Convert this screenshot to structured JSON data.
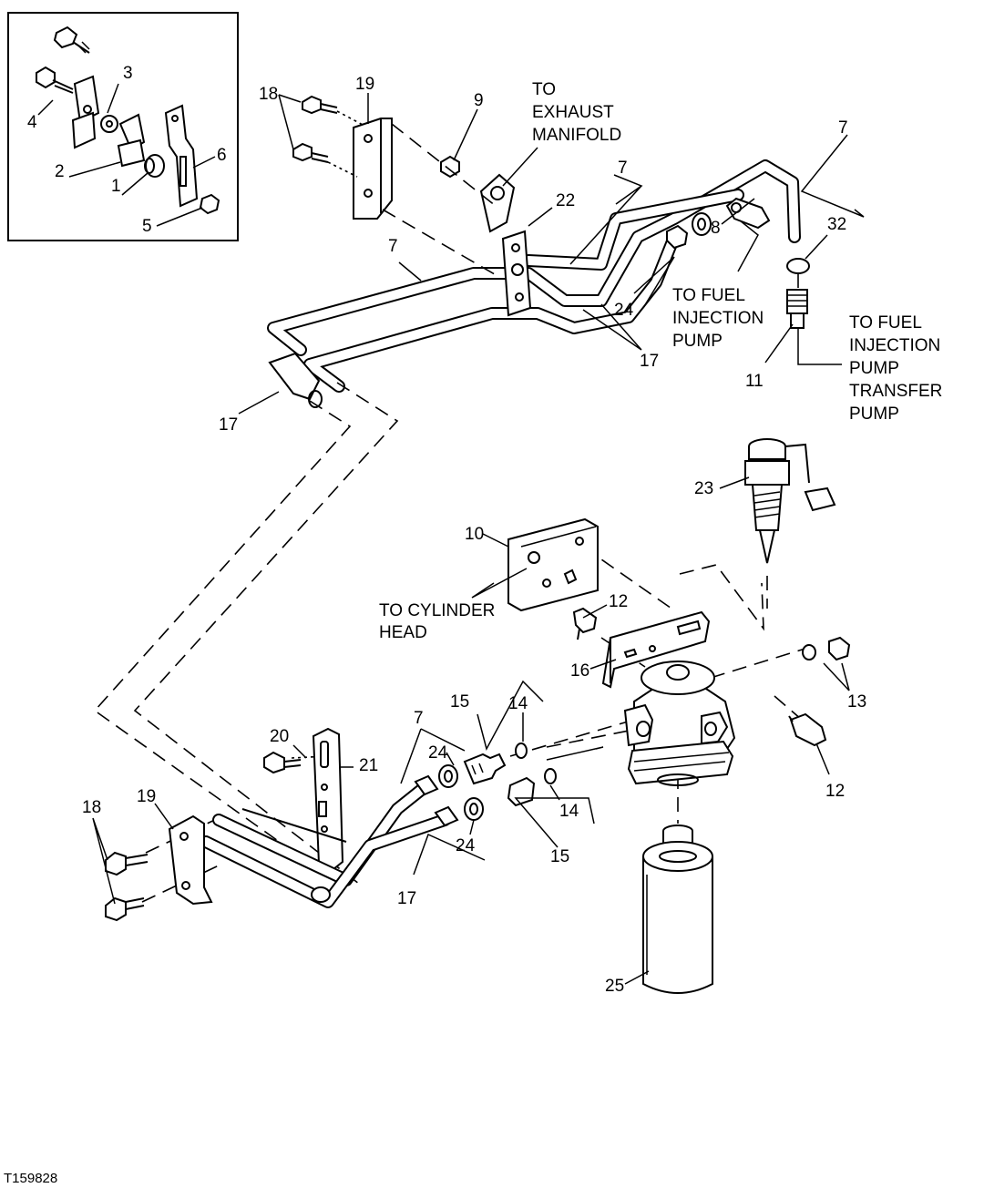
{
  "figure": {
    "id": "T159828",
    "notes": {
      "exhaust_manifold": [
        "TO",
        "EXHAUST",
        "MANIFOLD"
      ],
      "fuel_injection_pump": [
        "TO FUEL",
        "INJECTION",
        "PUMP"
      ],
      "transfer_pump": [
        "TO FUEL",
        "INJECTION",
        "PUMP",
        "TRANSFER",
        "PUMP"
      ],
      "cylinder_head": [
        "TO CYLINDER",
        "HEAD"
      ]
    },
    "callouts": {
      "inset_4": "4",
      "inset_3": "3",
      "inset_6": "6",
      "inset_2": "2",
      "inset_1": "1",
      "inset_5": "5",
      "top_18": "18",
      "top_19": "19",
      "top_9": "9",
      "top_7_mid": "7",
      "top_7_right": "7",
      "top_22": "22",
      "top_8": "8",
      "top_32": "32",
      "top_7_left": "7",
      "top_24": "24",
      "top_17_right": "17",
      "top_11": "11",
      "top_17_left": "17",
      "mid_23": "23",
      "mid_10": "10",
      "mid_12_upper": "12",
      "mid_16": "16",
      "mid_13": "13",
      "mid_12_lower": "12",
      "bot_20": "20",
      "bot_21": "21",
      "bot_7": "7",
      "bot_24_upper": "24",
      "bot_15_upper": "15",
      "bot_14_upper": "14",
      "bot_14_lower": "14",
      "bot_15_lower": "15",
      "bot_24_lower": "24",
      "bot_17": "17",
      "bot_18": "18",
      "bot_19": "19",
      "bot_25": "25"
    }
  },
  "colors": {
    "ink": "#000000",
    "paper": "#ffffff"
  }
}
